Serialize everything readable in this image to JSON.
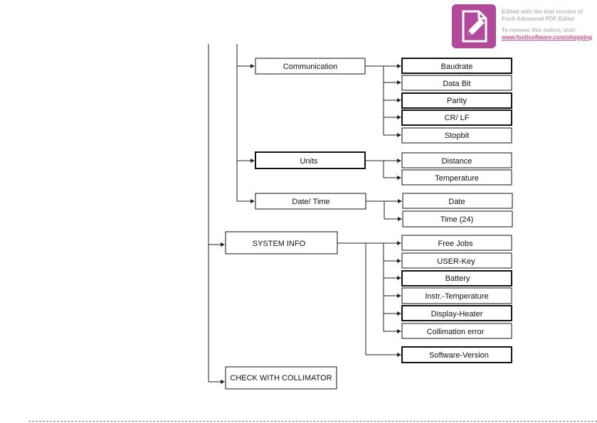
{
  "diagram": {
    "nodes": {
      "communication": "Communication",
      "baudrate": "Baudrate",
      "data_bit": "Data Bit",
      "parity": "Parity",
      "cr_lf": "CR/ LF",
      "stopbit": "Stopbit",
      "units": "Units",
      "distance": "Distance",
      "temperature": "Temperature",
      "date_time": "Date/ Time",
      "date": "Date",
      "time_24": "Time (24)",
      "system_info": "SYSTEM INFO",
      "free_jobs": "Free Jobs",
      "user_key": "USER-Key",
      "battery": "Battery",
      "instr_temperature": "Instr.-Temperature",
      "display_heater": "Display-Heater",
      "collimation_error": "Collimation error",
      "software_version": "Software-Version",
      "check_with_collimator": "CHECK WITH COLLIMATOR"
    }
  },
  "watermark": {
    "line1": "Edited with the trial version of",
    "line2": "Foxit Advanced PDF Editor",
    "line3": "To remove this notice, visit:",
    "link": "www.foxitsoftware.com/shopping",
    "logo_color": "#b3499a",
    "logo_icon": "pencil-document-icon"
  }
}
